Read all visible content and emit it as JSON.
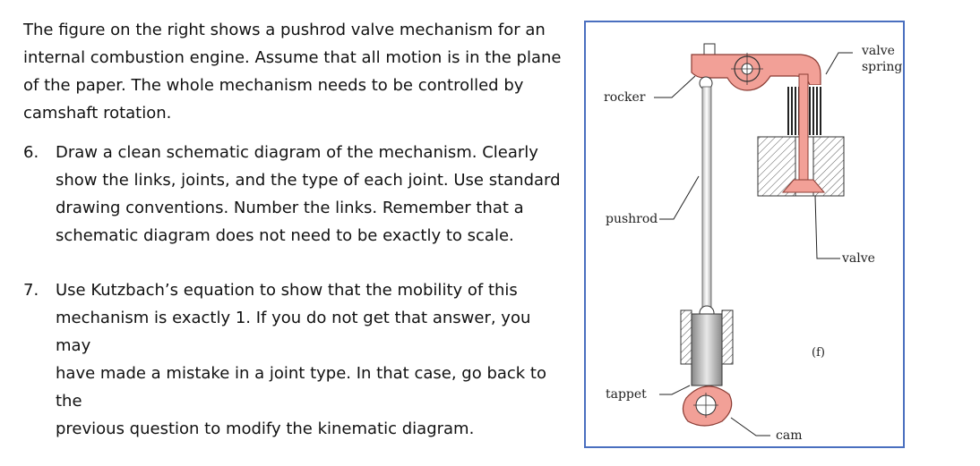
{
  "intro": {
    "lines": [
      "The figure on the right shows a pushrod valve mechanism for an",
      "internal combustion engine. Assume that all motion is in the plane",
      "of the paper. The whole mechanism needs to be controlled by",
      "camshaft rotation."
    ]
  },
  "questions": [
    {
      "number": "6.",
      "lines": [
        "Draw a clean schematic diagram of the mechanism. Clearly",
        "show the links, joints, and the type of each joint. Use standard",
        "drawing conventions. Number the links. Remember that a",
        "schematic diagram does not need to be exactly to scale."
      ]
    },
    {
      "number": "7.",
      "lines": [
        "Use Kutzbach’s equation to show that the mobility of this",
        "mechanism is exactly 1. If you do not get that answer, you may",
        "have made a mistake in a joint type. In that case, go back to the",
        "previous question to modify the kinematic diagram."
      ]
    }
  ],
  "figure": {
    "labels": {
      "rocker": "rocker",
      "valve_spring_line1": "valve",
      "valve_spring_line2": "spring",
      "pushrod": "pushrod",
      "valve": "valve",
      "tappet": "tappet",
      "cam": "cam",
      "subfigure": "(f)"
    },
    "colors": {
      "frame": "#4a6fbf",
      "part_fill": "#f2a097",
      "part_stroke": "#8a3b33"
    }
  }
}
